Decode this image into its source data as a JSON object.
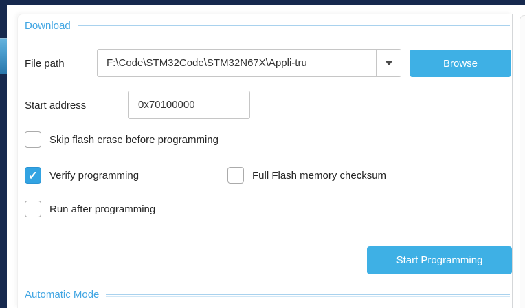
{
  "sections": {
    "download_title": "Download",
    "automatic_mode_title": "Automatic Mode"
  },
  "file_path": {
    "label": "File path",
    "value": "F:\\Code\\STM32Code\\STM32N67X\\Appli-tru",
    "browse_label": "Browse"
  },
  "start_address": {
    "label": "Start address",
    "value": "0x70100000"
  },
  "checkboxes": [
    {
      "label": "Skip flash erase before programming",
      "checked": false
    },
    {
      "label": "Verify programming",
      "checked": true
    },
    {
      "label": "Full Flash memory checksum",
      "checked": false
    },
    {
      "label": "Run after programming",
      "checked": false
    }
  ],
  "actions": {
    "start_programming_label": "Start Programming"
  },
  "icons": {
    "check_glyph": "✓"
  },
  "colors": {
    "navy": "#16294e",
    "accent_blue": "#3eb0e5",
    "checked_blue": "#32a3e2",
    "header_blue": "#42a6e3"
  }
}
